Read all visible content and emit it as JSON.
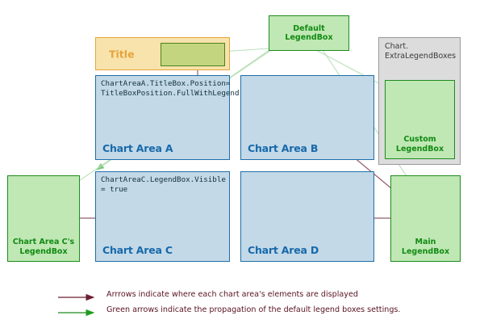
{
  "diagram": {
    "title_box": {
      "label": "Title",
      "inner_legend_name": "title-inner-legendbox"
    },
    "chart_areas": [
      {
        "id": "a",
        "label": "Chart Area A",
        "note": "ChartAreaA.TitleBox.Position=\nTitleBoxPosition.FullWithLegend"
      },
      {
        "id": "b",
        "label": "Chart Area B",
        "note": ""
      },
      {
        "id": "c",
        "label": "Chart Area C",
        "note": "ChartAreaC.LegendBox.Visible\n= true"
      },
      {
        "id": "d",
        "label": "Chart Area D",
        "note": ""
      }
    ],
    "legend_boxes": [
      {
        "id": "default",
        "label": "Default LegendBox"
      },
      {
        "id": "custom",
        "label": "Custom\nLegendBox"
      },
      {
        "id": "chart-area-c",
        "label": "Chart Area C's\nLegendBox"
      },
      {
        "id": "main",
        "label": "Main LegendBox"
      }
    ],
    "extra_legend_container": {
      "label": "Chart.\nExtraLegendBoxes"
    },
    "footer": [
      {
        "arrow_color": "#6b1f33",
        "text": "Arrrows indicate where each chart area's elements are displayed"
      },
      {
        "arrow_color": "#1f8b1f",
        "text": "Green arrows indicate the propagation of the default legend boxes settings."
      }
    ],
    "colors": {
      "chart_area_fill": "#c3d9e8",
      "chart_area_border": "#1f6ea8",
      "chart_area_text": "#1769aa",
      "title_fill": "#f7e3ab",
      "title_border": "#e8a33d",
      "title_text": "#e8a33d",
      "legend_fill": "#bfe8b4",
      "legend_border": "#1f8b1f",
      "legend_text": "#128a12",
      "title_legend_fill": "#c3d67f",
      "title_legend_border": "#4f7f1f",
      "extra_fill": "#dcdcdc",
      "extra_border": "#9a9a9a",
      "extra_text": "#3b3b3b",
      "purple_arrow": "#6b1f33",
      "green_arrow": "#1f8b1f",
      "footer_text": "#5a1324",
      "background": "#ffffff"
    }
  }
}
